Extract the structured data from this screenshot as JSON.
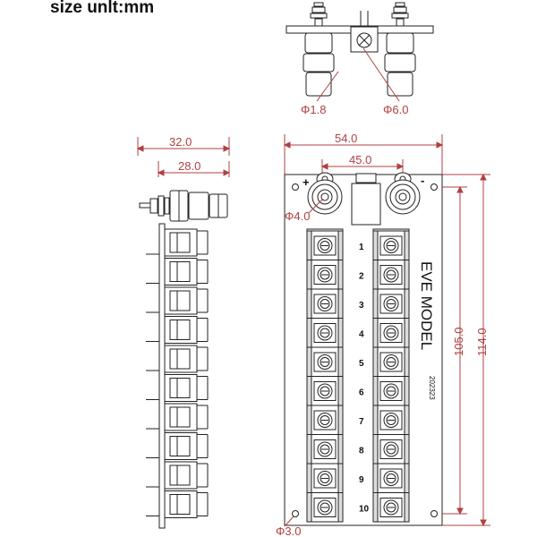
{
  "title": "size unlt:mm",
  "top_view": {
    "left_hole": "Φ1.8",
    "right_hole": "Φ6.0"
  },
  "side_view": {
    "overall_width": "32.0",
    "body_width": "28.0"
  },
  "front_view": {
    "overall_width": "54.0",
    "post_spacing": "45.0",
    "post_hole": "Φ4.0",
    "mount_hole": "Φ3.0",
    "inner_height": "105.0",
    "overall_height": "114.0",
    "plus_sign": "+",
    "minus_sign": "-",
    "brand": "EVE MODEL",
    "code": "202323",
    "terminal_numbers": [
      "1",
      "2",
      "3",
      "4",
      "5",
      "6",
      "7",
      "8",
      "9",
      "10"
    ]
  },
  "colors": {
    "dimension": "#b04040",
    "line": "#222222"
  }
}
